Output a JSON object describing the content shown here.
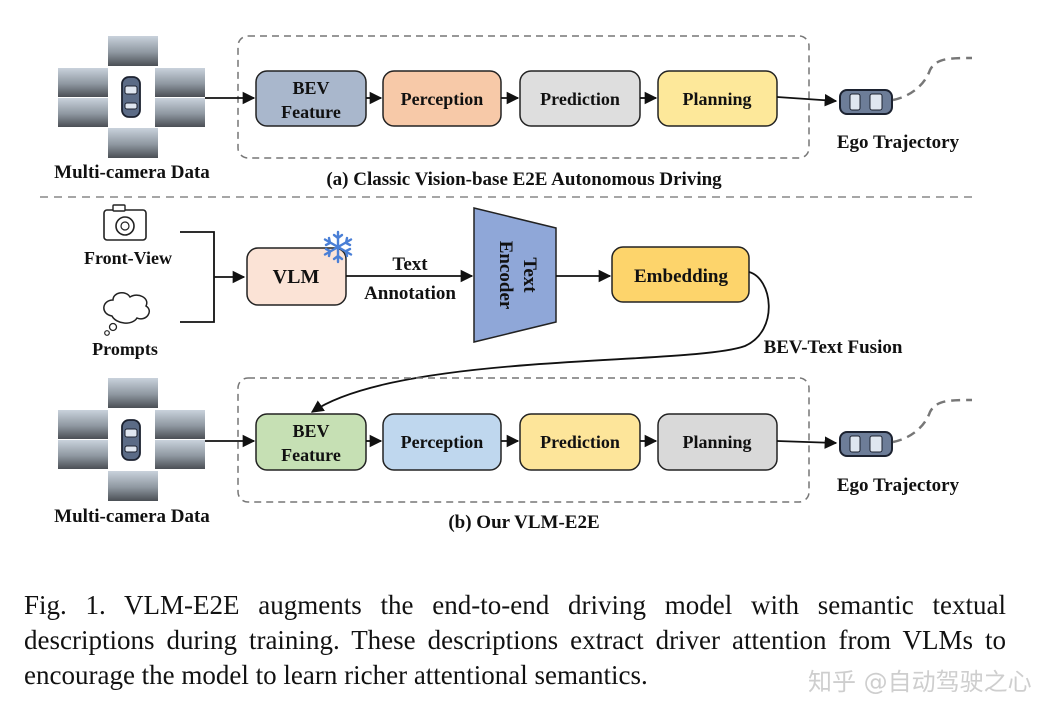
{
  "panel_a": {
    "caption": "(a) Classic Vision-base E2E Autonomous Driving",
    "input_label": "Multi-camera Data",
    "blocks": {
      "bev_line1": "BEV",
      "bev_line2": "Feature",
      "perception": "Perception",
      "prediction": "Prediction",
      "planning": "Planning"
    },
    "output_label": "Ego Trajectory"
  },
  "panel_b": {
    "caption": "(b) Our VLM-E2E",
    "front_view_label": "Front-View",
    "prompts_label": "Prompts",
    "vlm_label": "VLM",
    "text_annotation_line1": "Text",
    "text_annotation_line2": "Annotation",
    "text_encoder_line1": "Text",
    "text_encoder_line2": "Encoder",
    "embedding_label": "Embedding",
    "fusion_label": "BEV-Text Fusion",
    "input_label": "Multi-camera Data",
    "blocks": {
      "bev_line1": "BEV",
      "bev_line2": "Feature",
      "perception": "Perception",
      "prediction": "Prediction",
      "planning": "Planning"
    },
    "output_label": "Ego Trajectory"
  },
  "colors": {
    "bev_a": "#a9b7cc",
    "perception_a": "#f7c9a8",
    "prediction_a": "#dedede",
    "planning_a": "#fde89a",
    "vlm": "#fbe3d6",
    "text_encoder": "#8fa7d8",
    "embedding": "#fdd46b",
    "bev_b": "#c6e0b4",
    "perception_b": "#bfd7ee",
    "prediction_b": "#fde59a",
    "planning_b": "#d9d9d9",
    "snowflake": "#4a7fd6"
  },
  "icons": {
    "camera": "camera-icon",
    "prompt": "thought-bubble-icon",
    "snowflake": "snowflake-icon",
    "car": "car-icon"
  },
  "caption": "Fig. 1.  VLM-E2E augments the end-to-end driving model with semantic textual descriptions during training. These descriptions extract driver attention from VLMs to encourage the model to learn richer attentional semantics.",
  "watermark": "知乎 @自动驾驶之心"
}
